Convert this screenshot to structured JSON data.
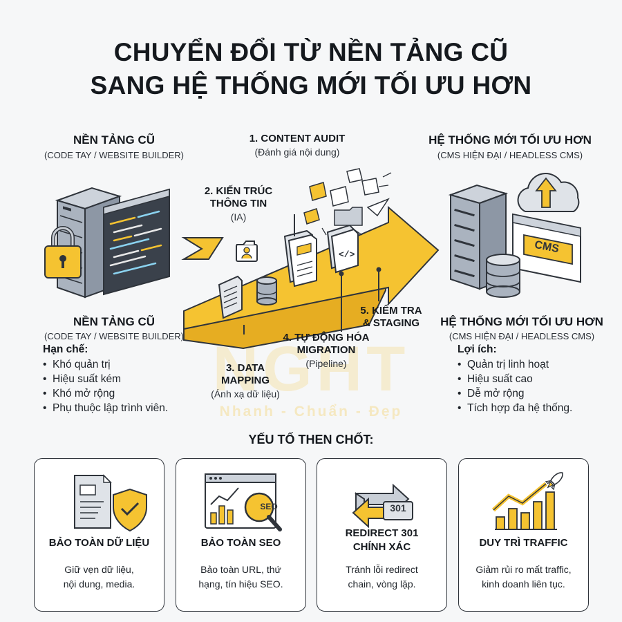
{
  "title": {
    "line1": "CHUYỂN ĐỔI TỪ NỀN TẢNG CŨ",
    "line2": "SANG HỆ THỐNG MỚI TỐI ƯU HƠN"
  },
  "old_platform": {
    "heading": "NỀN TẢNG CŨ",
    "subheading": "(CODE TAY / WEBSITE BUILDER)",
    "list_title": "Hạn chế:",
    "items": [
      "Khó quản trị",
      "Hiệu suất kém",
      "Khó mở rộng",
      "Phụ thuộc lập trình viên."
    ]
  },
  "new_system": {
    "heading": "HỆ THỐNG MỚI TỐI ƯU HƠN",
    "subheading": "(CMS HIỆN ĐẠI / HEADLESS CMS)",
    "cms_label": "CMS",
    "list_title": "Lợi ích:",
    "items": [
      "Quản trị linh hoạt",
      "Hiệu suất cao",
      "Dễ mở rộng",
      "Tích hợp đa hệ thống."
    ]
  },
  "steps": [
    {
      "title": "1. CONTENT AUDIT",
      "sub": "(Đánh giá nội dung)"
    },
    {
      "title_line1": "2. KIẾN TRÚC",
      "title_line2": "THÔNG TIN",
      "sub": "(IA)"
    },
    {
      "title_line1": "3. DATA",
      "title_line2": "MAPPING",
      "sub": "(Ánh xạ dữ liệu)"
    },
    {
      "title_line1": "4. TỰ ĐỘNG HÓA",
      "title_line2": "MIGRATION",
      "sub": "(Pipeline)"
    },
    {
      "title_line1": "5. KIỂM TRA",
      "title_line2": "& STAGING"
    }
  ],
  "watermark": {
    "logo": "NGHT",
    "tagline": "Nhanh - Chuẩn - Đẹp"
  },
  "key_factors_title": "YẾU TỐ THEN CHỐT:",
  "cards": [
    {
      "title": "BẢO TOÀN DỮ LIỆU",
      "desc_line1": "Giữ vẹn dữ liệu,",
      "desc_line2": "nội dung, media."
    },
    {
      "title": "BẢO TOÀN SEO",
      "badge": "SEO",
      "desc_line1": "Bảo toàn URL, thứ",
      "desc_line2": "hạng, tín hiệu SEO."
    },
    {
      "title_line1": "REDIRECT 301",
      "title_line2": "CHÍNH XÁC",
      "badge": "301",
      "desc_line1": "Tránh lỗi redirect",
      "desc_line2": "chain, vòng lặp."
    },
    {
      "title": "DUY TRÌ TRAFFIC",
      "desc_line1": "Giảm rủi ro mất traffic,",
      "desc_line2": "kinh doanh liên tục."
    }
  ],
  "colors": {
    "accent_yellow": "#f5c331",
    "dark_outline": "#2f343b",
    "server_gray": "#aab3bf",
    "background": "#f6f7f8"
  }
}
